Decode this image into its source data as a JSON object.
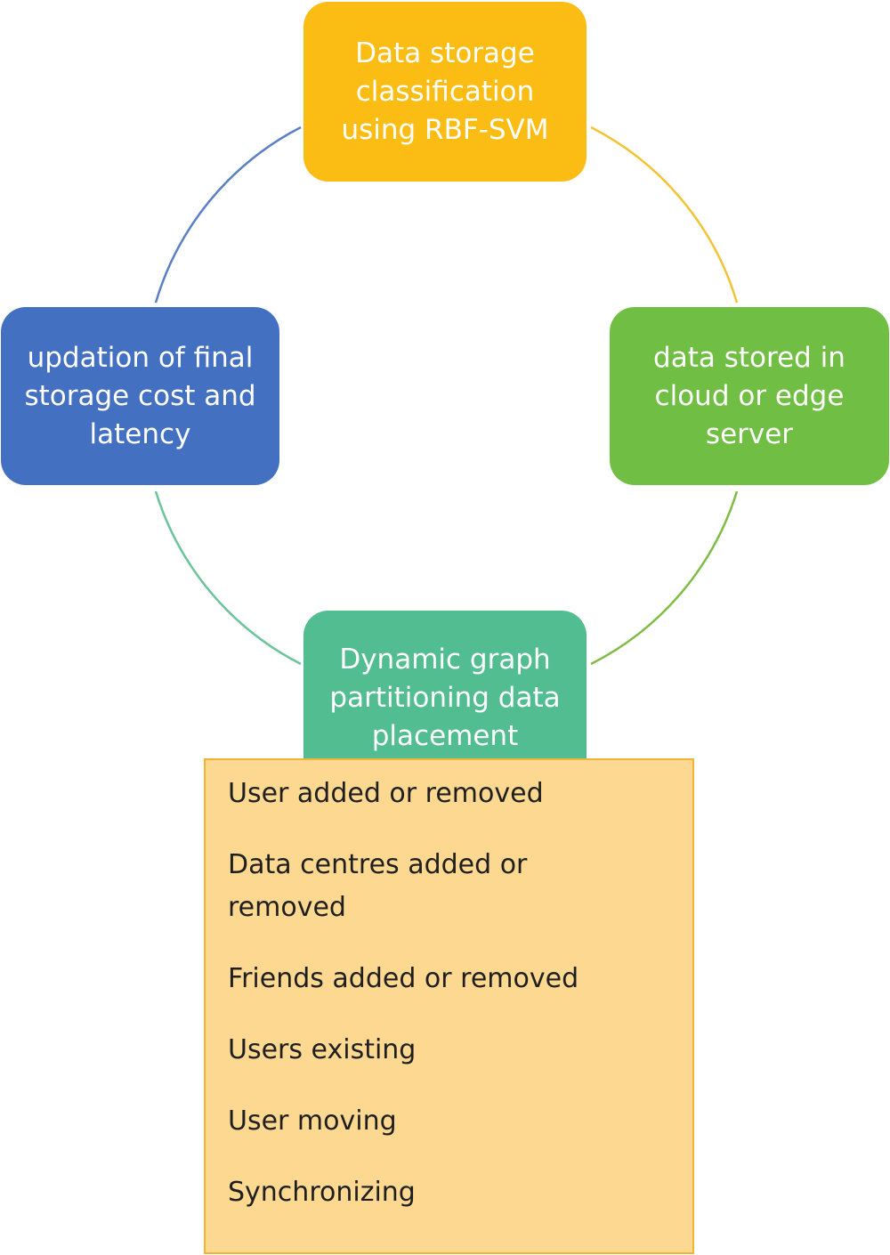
{
  "colors": {
    "top_node": "#fbbc13",
    "right_node": "#70bf44",
    "bottom_node": "#52bd90",
    "left_node": "#4470c1",
    "details_fill": "#fdd890",
    "details_border": "#f0b43a",
    "arc_top_right": "#f2c434",
    "arc_right_bottom": "#7ebc45",
    "arc_bottom_left": "#6cc49b",
    "arc_left_top": "#5b7fc4"
  },
  "nodes": {
    "top": {
      "lines": [
        "Data storage",
        "classification",
        "using RBF-SVM"
      ]
    },
    "right": {
      "lines": [
        "data stored in",
        "cloud or edge",
        "server"
      ]
    },
    "bottom": {
      "lines": [
        "Dynamic graph",
        "partitioning data",
        "placement"
      ]
    },
    "left": {
      "lines": [
        "updation of final",
        "storage cost and",
        "latency"
      ]
    }
  },
  "details": {
    "items": [
      "User added or removed",
      "Data centres added or removed",
      "Friends added or removed",
      "Users existing",
      "User moving",
      "Synchronizing"
    ]
  }
}
